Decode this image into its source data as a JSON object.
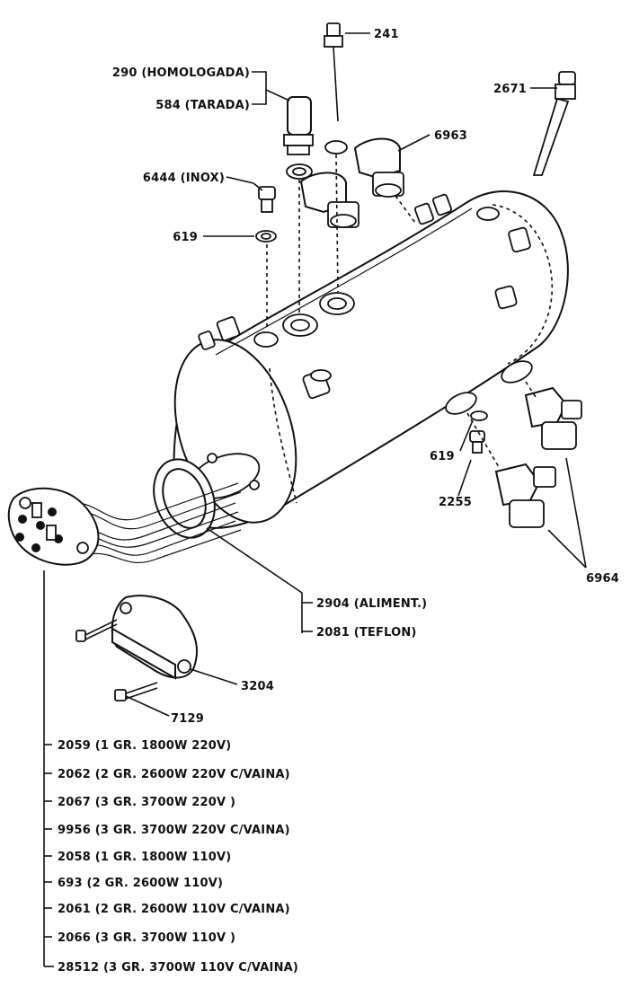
{
  "callouts": {
    "c241": "241",
    "c290": "290 (HOMOLOGADA)",
    "c584": "584 (TARADA)",
    "c2671": "2671",
    "c6963": "6963",
    "c6444": "6444 (INOX)",
    "c619a": "619",
    "c619b": "619",
    "c2255": "2255",
    "c6964": "6964",
    "c2904": "2904 (ALIMENT.)",
    "c2081": "2081 (TEFLON)",
    "c3204": "3204",
    "c7129": "7129"
  },
  "elements": [
    "2059 (1 GR. 1800W 220V)",
    "2062 (2 GR. 2600W 220V C/VAINA)",
    "2067 (3 GR. 3700W 220V )",
    "9956 (3 GR. 3700W 220V C/VAINA)",
    "2058 (1 GR. 1800W 110V)",
    "693 (2 GR. 2600W 110V)",
    "2061 (2 GR. 2600W 110V C/VAINA)",
    "2066 (3 GR. 3700W 110V )",
    "28512 (3 GR. 3700W 110V C/VAINA)"
  ]
}
